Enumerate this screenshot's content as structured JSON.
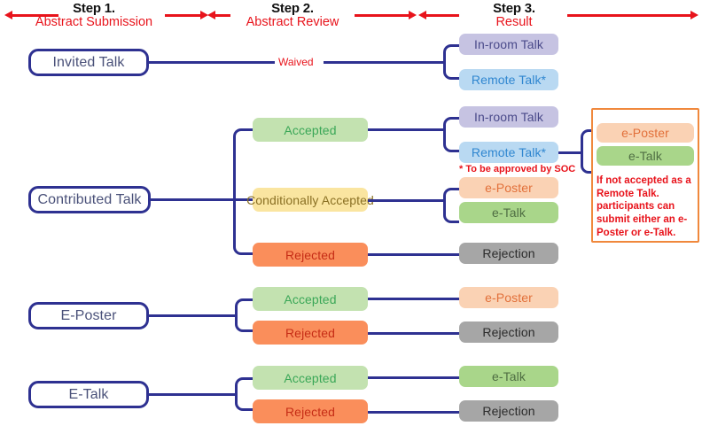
{
  "header": {
    "steps": [
      {
        "num": "Step 1.",
        "name": "Abstract Submission"
      },
      {
        "num": "Step 2.",
        "name": "Abstract Review"
      },
      {
        "num": "Step 3.",
        "name": "Result"
      }
    ]
  },
  "stages": {
    "invited_talk": "Invited Talk",
    "contributed_talk": "Contributed Talk",
    "e_poster": "E-Poster",
    "e_talk": "E-Talk"
  },
  "review": {
    "waived": "Waived",
    "accepted": "Accepted",
    "conditionally_accepted": "Conditionally Accepted",
    "rejected": "Rejected",
    "accepted_eposter_row": "Accepted",
    "rejected_eposter_row": "Rejected",
    "accepted_etalk_row": "Accepted",
    "rejected_etalk_row": "Rejected"
  },
  "results": {
    "invited_in_room_talk": "In-room Talk",
    "invited_remote_talk": "Remote Talk*",
    "contrib_in_room_talk": "In-room Talk",
    "contrib_remote_talk": "Remote Talk*",
    "cond_e_poster": "e-Poster",
    "cond_e_talk": "e-Talk",
    "contrib_rejection": "Rejection",
    "eposter_result": "e-Poster",
    "eposter_rejection": "Rejection",
    "etalk_result": "e-Talk",
    "etalk_rejection": "Rejection"
  },
  "callout": {
    "e_poster": "e-Poster",
    "e_talk": "e-Talk",
    "text": "If not accepted as a Remote Talk. participants can submit either an e-Poster or e-Talk."
  },
  "notes": {
    "soc_footnote": "* To be approved by SOC"
  },
  "colors": {
    "navy": "#2e3191",
    "red": "#e8131b",
    "green": "#c3e2b0",
    "yellow": "#fae5a0",
    "orange": "#fa8e5b",
    "peach": "#fad2b4",
    "green_mid": "#a9d68a",
    "purple": "#c6c3e2",
    "blue": "#b9d9f2",
    "grey": "#a6a6a6",
    "callout_border": "#f0883c"
  }
}
